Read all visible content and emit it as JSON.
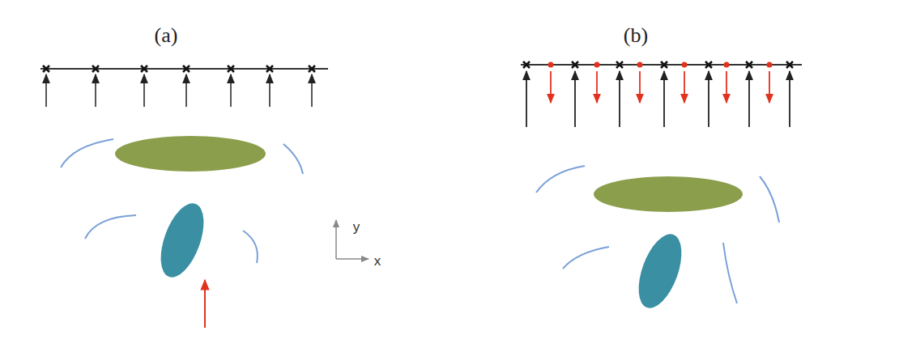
{
  "diagram": {
    "labels": [
      "(a)",
      "y",
      "x",
      "(b)"
    ]
  }
}
